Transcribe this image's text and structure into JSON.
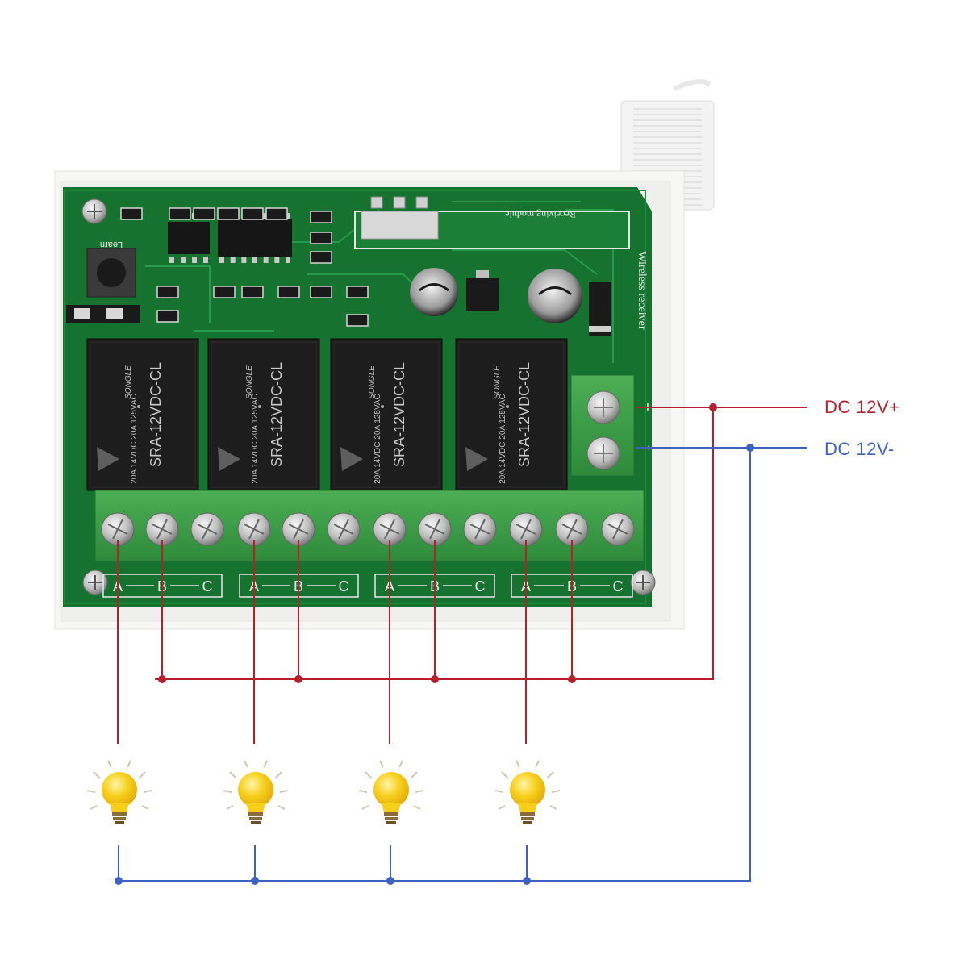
{
  "power": {
    "positive_label": "DC 12V+",
    "negative_label": "DC 12V-",
    "positive_color": "#b5212b",
    "negative_color": "#3f62c2"
  },
  "board": {
    "relay_text": "SRA-12VDC-CL",
    "relay_brand": "SONGLE",
    "relay_rating": "20A 14VDC  20A 125VAC",
    "module_label": "Receiving module",
    "side_label": "Wireless receiver",
    "learn_label": "Learn",
    "input_signs": [
      "+",
      "-"
    ],
    "channels": [
      {
        "A": "A",
        "B": "B",
        "C": "C"
      },
      {
        "A": "A",
        "B": "B",
        "C": "C"
      },
      {
        "A": "A",
        "B": "B",
        "C": "C"
      },
      {
        "A": "A",
        "B": "B",
        "C": "C"
      }
    ]
  },
  "lamps": {
    "count": 4,
    "bulb_color": "#f7cf1a",
    "ray_color": "#cfc7b5"
  }
}
